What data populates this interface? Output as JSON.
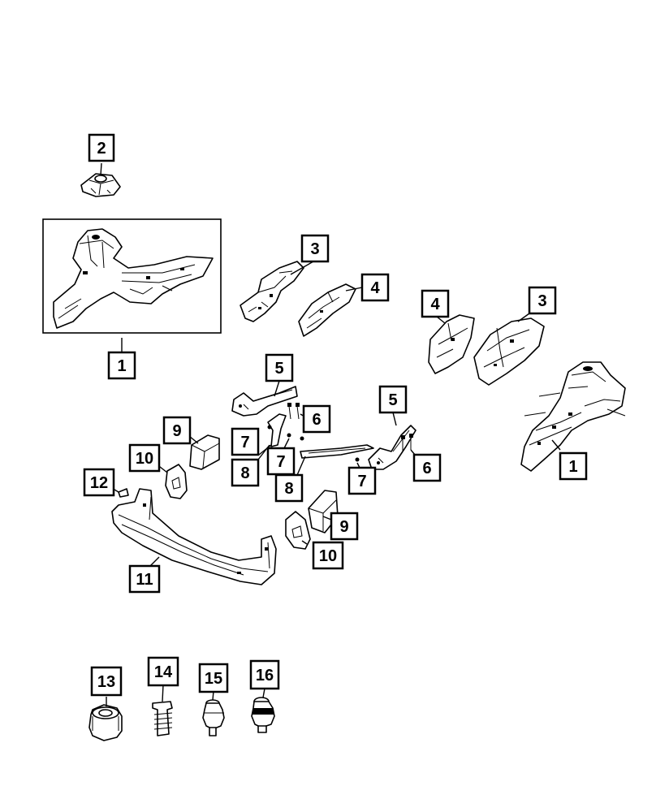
{
  "callouts": [
    {
      "id": "c1a",
      "label": "1"
    },
    {
      "id": "c1b",
      "label": "1"
    },
    {
      "id": "c2",
      "label": "2"
    },
    {
      "id": "c3a",
      "label": "3"
    },
    {
      "id": "c3b",
      "label": "3"
    },
    {
      "id": "c4a",
      "label": "4"
    },
    {
      "id": "c4b",
      "label": "4"
    },
    {
      "id": "c5a",
      "label": "5"
    },
    {
      "id": "c5b",
      "label": "5"
    },
    {
      "id": "c6a",
      "label": "6"
    },
    {
      "id": "c6b",
      "label": "6"
    },
    {
      "id": "c7a",
      "label": "7"
    },
    {
      "id": "c7b",
      "label": "7"
    },
    {
      "id": "c7c",
      "label": "7"
    },
    {
      "id": "c8a",
      "label": "8"
    },
    {
      "id": "c8b",
      "label": "8"
    },
    {
      "id": "c9a",
      "label": "9"
    },
    {
      "id": "c9b",
      "label": "9"
    },
    {
      "id": "c10a",
      "label": "10"
    },
    {
      "id": "c10b",
      "label": "10"
    },
    {
      "id": "c11",
      "label": "11"
    },
    {
      "id": "c12",
      "label": "12"
    },
    {
      "id": "c13",
      "label": "13"
    },
    {
      "id": "c14",
      "label": "14"
    },
    {
      "id": "c15",
      "label": "15"
    },
    {
      "id": "c16",
      "label": "16"
    }
  ]
}
